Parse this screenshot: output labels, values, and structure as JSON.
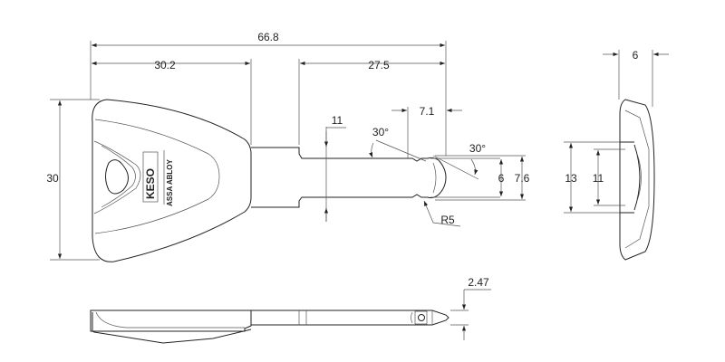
{
  "drawing": {
    "title": "Key technical drawing",
    "logo": {
      "brand": "KESO",
      "maker": "ASSA ABLOY"
    },
    "dimensions": {
      "overall_length": "66.8",
      "head_length": "30.2",
      "blade_length": "27.5",
      "tip_length": "7.1",
      "blade_width": "11",
      "angle_top": "30°",
      "angle_tip": "30°",
      "tip_inner": "6",
      "tip_outer": "7.6",
      "head_height": "30",
      "tip_radius": "R5",
      "side_width": "6",
      "side_outer": "13",
      "side_inner": "11",
      "thickness": "2.47"
    },
    "colors": {
      "line": "#222222",
      "background": "#ffffff"
    }
  }
}
